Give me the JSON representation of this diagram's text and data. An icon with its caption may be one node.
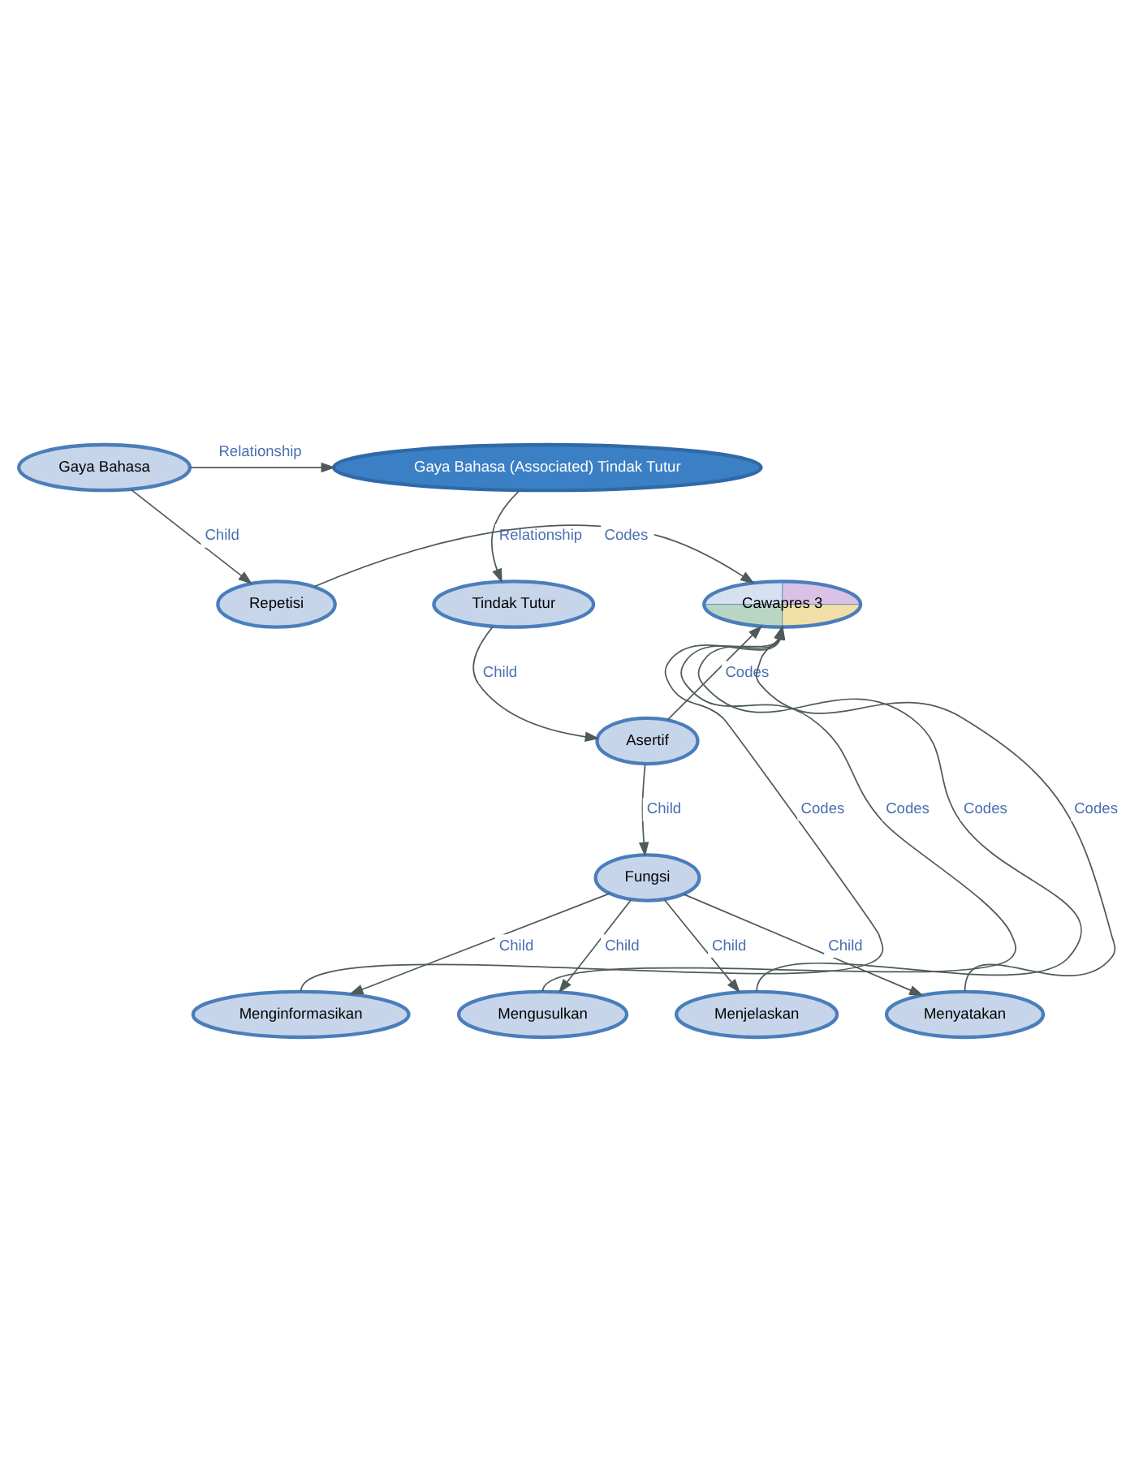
{
  "diagram": {
    "nodes": [
      {
        "text": [
          "Gaya Bahasa"
        ]
      },
      {
        "text": [
          "Gaya Bahasa (Associated) Tindak Tutur"
        ]
      },
      {
        "text": [
          "Tindak Tutur"
        ]
      },
      {
        "text": [
          "Repetisi"
        ]
      },
      {
        "text": [
          "Cawapres 3"
        ]
      },
      {
        "text": [
          "Asertif"
        ]
      },
      {
        "text": [
          "Fungsi"
        ]
      },
      {
        "text": [
          "Menginformasikan"
        ]
      },
      {
        "text": [
          "Mengusulkan"
        ]
      },
      {
        "text": [
          "Menjelaskan"
        ]
      },
      {
        "text": [
          "Menyatakan"
        ]
      }
    ],
    "edges": [
      {
        "from": 0,
        "to": 1,
        "arrow": "to",
        "label": "Relationship"
      },
      {
        "from": 1,
        "to": 2,
        "arrow": "to",
        "label": "Relationship"
      },
      {
        "from": 0,
        "to": 3,
        "arrow": "to",
        "label": "Child"
      },
      {
        "from": 3,
        "to": 4,
        "arrow": "to",
        "label": "Codes"
      },
      {
        "from": 2,
        "to": 5,
        "arrow": "to",
        "label": "Child"
      },
      {
        "from": 5,
        "to": 4,
        "arrow": "to",
        "label": "Codes"
      },
      {
        "from": 5,
        "to": 6,
        "arrow": "to",
        "label": "Child"
      },
      {
        "from": 7,
        "to": 4,
        "arrow": "to",
        "label": "Codes"
      },
      {
        "from": 8,
        "to": 4,
        "arrow": "to",
        "label": "Codes"
      },
      {
        "from": 9,
        "to": 4,
        "arrow": "to",
        "label": "Codes"
      },
      {
        "from": 10,
        "to": 4,
        "arrow": "to",
        "label": "Codes"
      },
      {
        "from": 6,
        "to": 7,
        "arrow": "to",
        "label": "Child"
      },
      {
        "from": 6,
        "to": 8,
        "arrow": "to",
        "label": "Child"
      },
      {
        "from": 6,
        "to": 9,
        "arrow": "to",
        "label": "Child"
      },
      {
        "from": 6,
        "to": 10,
        "arrow": "to",
        "label": "Child"
      }
    ]
  }
}
